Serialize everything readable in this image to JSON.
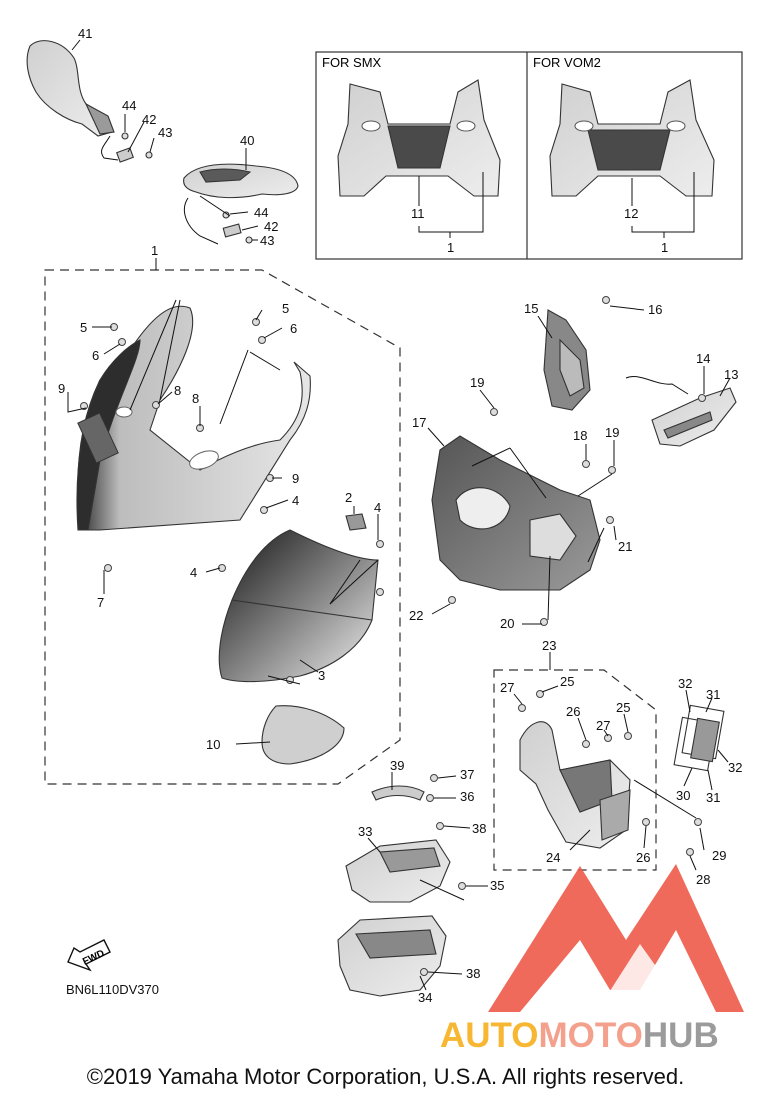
{
  "diagram_code": "BN6L110DV370",
  "copyright": "©2019 Yamaha Motor Corporation, U.S.A. All rights reserved.",
  "fwd_label": "FWD",
  "inset": {
    "left_title": "FOR SMX",
    "right_title": "FOR VOM2",
    "left_part": "11",
    "right_part": "12",
    "assembly": "1"
  },
  "watermark": {
    "part1": "AUTO",
    "part2": "MOTO",
    "part3": "HUB",
    "color1": "#f7b733",
    "color2": "#f3a08c",
    "color3": "#9b9b9b",
    "logo_color": "#ee5a4a"
  },
  "callouts": {
    "c41": "41",
    "c44a": "44",
    "c42a": "42",
    "c43a": "43",
    "c40": "40",
    "c44b": "44",
    "c42b": "42",
    "c43b": "43",
    "c1": "1",
    "c5a": "5",
    "c6a": "6",
    "c5b": "5",
    "c6b": "6",
    "c9a": "9",
    "c8a": "8",
    "c8b": "8",
    "c9b": "9",
    "c2": "2",
    "c4a": "4",
    "c4b": "4",
    "c4c": "4",
    "c7": "7",
    "c3": "3",
    "c10": "10",
    "c15": "15",
    "c16": "16",
    "c14": "14",
    "c13": "13",
    "c19a": "19",
    "c17": "17",
    "c18": "18",
    "c19b": "19",
    "c21": "21",
    "c22": "22",
    "c20": "20",
    "c23": "23",
    "c27a": "27",
    "c25a": "25",
    "c26a": "26",
    "c27b": "27",
    "c25b": "25",
    "c24": "24",
    "c26b": "26",
    "c32a": "32",
    "c31a": "31",
    "c32b": "32",
    "c30": "30",
    "c31b": "31",
    "c29": "29",
    "c28": "28",
    "c39": "39",
    "c37": "37",
    "c36": "36",
    "c38a": "38",
    "c33": "33",
    "c35": "35",
    "c38b": "38",
    "c34": "34"
  }
}
